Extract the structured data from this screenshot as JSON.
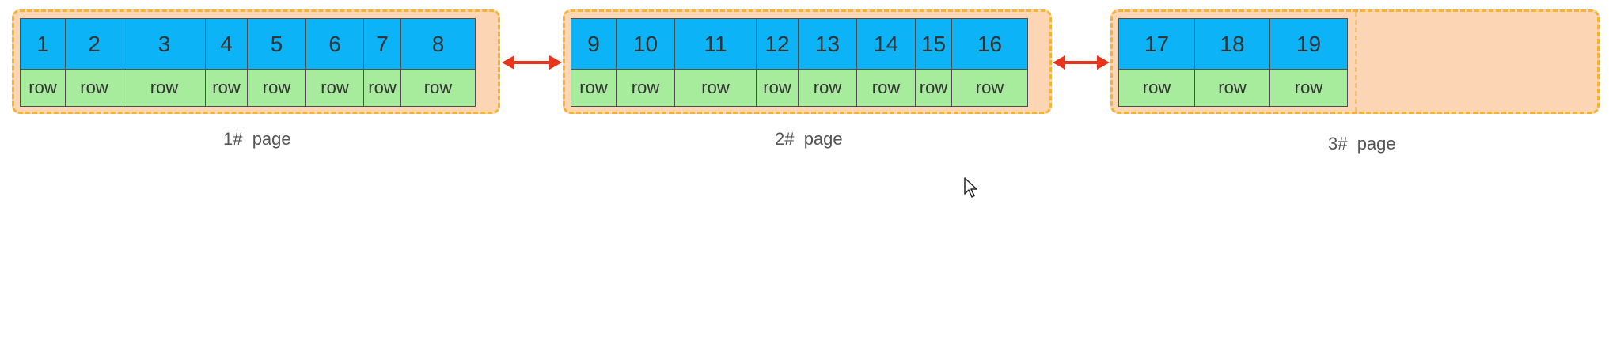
{
  "colors": {
    "page_fill": "#fcd5b4",
    "page_border": "#f7b22e",
    "key_cell": "#0cb3f7",
    "row_cell": "#a6ec9c",
    "arrow": "#e8341c"
  },
  "pages": [
    {
      "label": "1#  page",
      "records": [
        {
          "key": "1",
          "row": "row"
        },
        {
          "key": "2",
          "row": "row"
        },
        {
          "key": "3",
          "row": "row"
        },
        {
          "key": "4",
          "row": "row"
        },
        {
          "key": "5",
          "row": "row"
        },
        {
          "key": "6",
          "row": "row"
        },
        {
          "key": "7",
          "row": "row"
        },
        {
          "key": "8",
          "row": "row"
        }
      ]
    },
    {
      "label": "2#  page",
      "records": [
        {
          "key": "9",
          "row": "row"
        },
        {
          "key": "10",
          "row": "row"
        },
        {
          "key": "11",
          "row": "row"
        },
        {
          "key": "12",
          "row": "row"
        },
        {
          "key": "13",
          "row": "row"
        },
        {
          "key": "14",
          "row": "row"
        },
        {
          "key": "15",
          "row": "row"
        },
        {
          "key": "16",
          "row": "row"
        }
      ]
    },
    {
      "label": "3#  page",
      "records": [
        {
          "key": "17",
          "row": "row"
        },
        {
          "key": "18",
          "row": "row"
        },
        {
          "key": "19",
          "row": "row"
        }
      ]
    }
  ],
  "links": [
    "page-1-to-page-2",
    "page-2-to-page-3"
  ],
  "icons": {
    "cursor": "mouse-pointer-icon",
    "link": "double-arrow-icon"
  }
}
